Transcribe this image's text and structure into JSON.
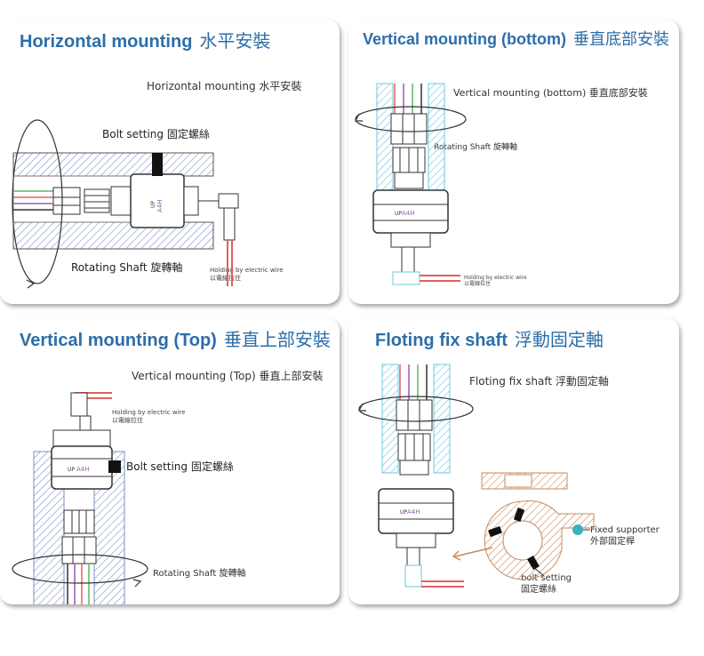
{
  "panels": {
    "horizontal": {
      "title_en": "Horizontal mounting",
      "title_cn": "水平安裝",
      "subtitle": "Horizontal mounting 水平安裝",
      "bolt_label": "Bolt setting 固定螺絲",
      "shaft_label": "Rotating Shaft 旋轉軸",
      "wire_label_en": "Holding by electric wire",
      "wire_label_cn": "以電線拉住",
      "part_mark": "A4H"
    },
    "vertical_bottom": {
      "title_en": "Vertical mounting (bottom)",
      "title_cn": "垂直底部安裝",
      "subtitle": "Vertical mounting (bottom) 垂直底部安裝",
      "shaft_label": "Rotating Shaft 旋轉軸",
      "wire_label_en": "Holding by electric wire",
      "wire_label_cn": "以電線拉住",
      "part_mark": "A4H"
    },
    "vertical_top": {
      "title_en": "Vertical mounting (Top)",
      "title_cn": "垂直上部安裝",
      "subtitle": "Vertical mounting (Top) 垂直上部安裝",
      "bolt_label": "Bolt setting 固定螺絲",
      "shaft_label": "Rotating Shaft 旋轉軸",
      "wire_label_en": "Holding by electric wire",
      "wire_label_cn": "以電線拉住",
      "part_mark": "A4H"
    },
    "floating": {
      "title_en": "Floting fix shaft",
      "title_cn": "浮動固定軸",
      "subtitle": "Floting fix shaft 浮動固定軸",
      "supporter_label_en": "Fixed supporter",
      "supporter_label_cn": "外部固定桿",
      "bolt_label_en": "bolt setting",
      "bolt_label_cn": "固定螺絲",
      "part_mark": "A4H"
    }
  },
  "colors": {
    "title": "#2c6ea8",
    "hatch_blue": "#7a8fc4",
    "hatch_cyan": "#6cc8dc",
    "hatch_orange": "#c98a5a",
    "supporter_dot": "#3ab0c0",
    "wire_red": "#e06060",
    "wire_green": "#5cb85c",
    "wire_purple": "#9b59b6"
  }
}
